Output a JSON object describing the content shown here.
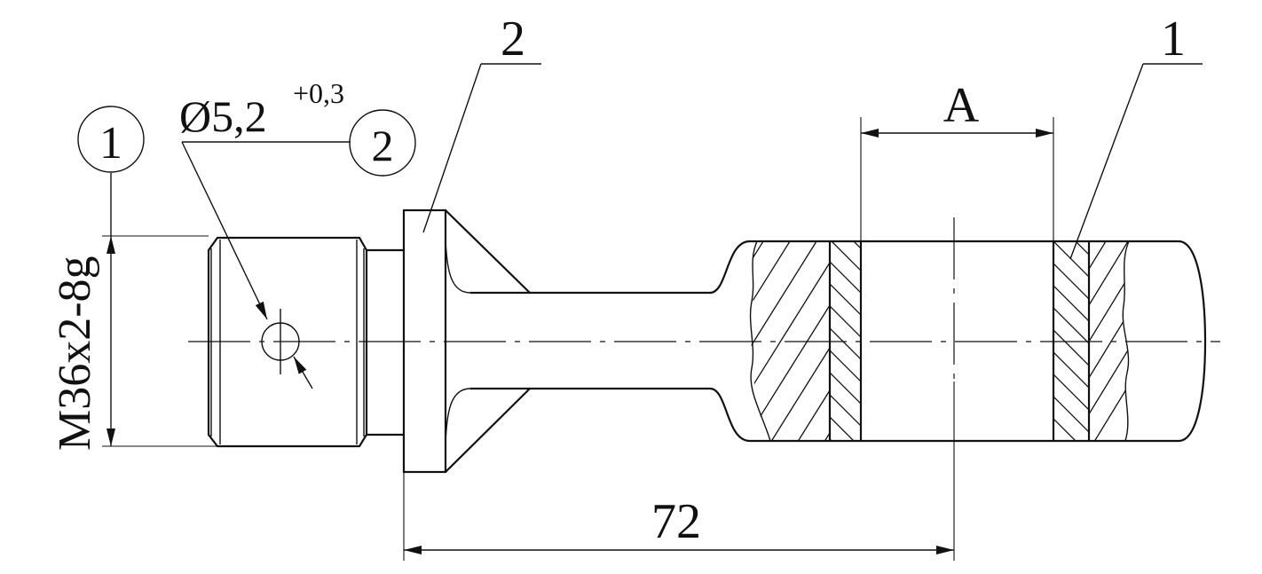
{
  "labels": {
    "thread": "M36x2-8g",
    "hole_diameter": "Ø5,2",
    "hole_tolerance": "+0,3",
    "dimension_length": "72",
    "dimension_a": "A"
  },
  "callouts": {
    "circle_1": "1",
    "circle_2": "2",
    "leader_2": "2",
    "leader_1": "1"
  },
  "colors": {
    "ink": "#111111",
    "background": "#ffffff"
  }
}
